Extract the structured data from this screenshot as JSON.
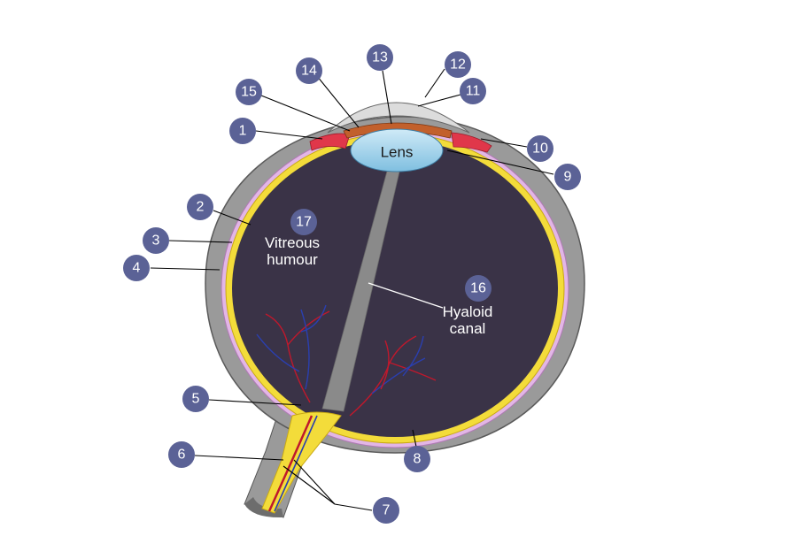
{
  "labels": {
    "lens": "Lens",
    "vitreous_line1": "Vitreous",
    "vitreous_line2": "humour",
    "hyaloid_line1": "Hyaloid",
    "hyaloid_line2": "canal"
  },
  "markers": [
    {
      "id": "1",
      "text": "1"
    },
    {
      "id": "2",
      "text": "2"
    },
    {
      "id": "3",
      "text": "3"
    },
    {
      "id": "4",
      "text": "4"
    },
    {
      "id": "5",
      "text": "5"
    },
    {
      "id": "6",
      "text": "6"
    },
    {
      "id": "7",
      "text": "7"
    },
    {
      "id": "8",
      "text": "8"
    },
    {
      "id": "9",
      "text": "9"
    },
    {
      "id": "10",
      "text": "10"
    },
    {
      "id": "11",
      "text": "11"
    },
    {
      "id": "12",
      "text": "12"
    },
    {
      "id": "13",
      "text": "13"
    },
    {
      "id": "14",
      "text": "14"
    },
    {
      "id": "15",
      "text": "15"
    },
    {
      "id": "16",
      "text": "16"
    },
    {
      "id": "17",
      "text": "17"
    }
  ],
  "colors": {
    "sclera": "#9a9a9a",
    "choroid": "#e2b6e6",
    "retina": "#f3dc3a",
    "vitreous": "#3a3347",
    "lens": "#a9d8ef",
    "iris": "#c2602c",
    "ciliary": "#e0374a",
    "marker": "#5b6296"
  }
}
